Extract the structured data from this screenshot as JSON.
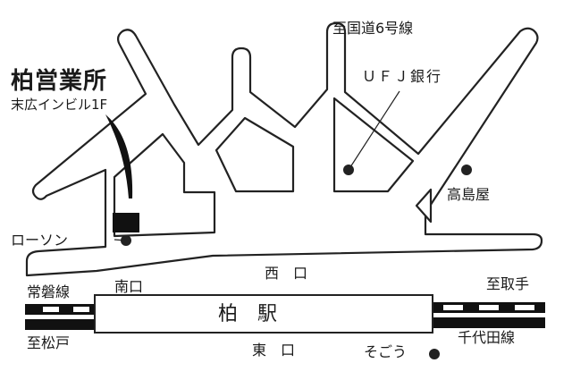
{
  "office": {
    "name": "柏営業所",
    "building": "末広インビル1F"
  },
  "landmarks": {
    "route6": "至国道6号線",
    "ufj": "ＵＦＪ銀行",
    "takashimaya": "高島屋",
    "lawson": "ローソン",
    "sogo": "そごう"
  },
  "station": {
    "name": "柏　駅",
    "west_exit": "西　口",
    "south_exit": "南口",
    "east_exit": "東　口"
  },
  "railways": {
    "joban": "常磐線",
    "to_matsudo": "至松戸",
    "to_toride": "至取手",
    "chiyoda": "千代田線"
  }
}
